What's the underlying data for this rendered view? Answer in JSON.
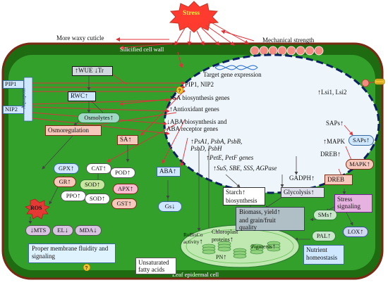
{
  "stress": "Stress",
  "top": {
    "waxy": "More waxy cuticle",
    "mech": "Mechanical strength",
    "wall": "Silicified cell wall",
    "leaf": "Leaf epidermal cell"
  },
  "left": {
    "pip1": "PIP1",
    "nip2": "NIP2",
    "aquaporin": "Aquapoin",
    "wue": "WUE",
    "tr": "Tr",
    "rwc": "RWC",
    "osmolytes": "Osmolytes",
    "osmoreg": "Osmoregulation",
    "sa": "SA"
  },
  "antiox": {
    "gpx": "GPX",
    "cat": "CAT",
    "pod": "POD",
    "gr": "GR",
    "sod1": "SOD",
    "apx": "APX",
    "ppo": "PPO",
    "sod2": "SOD",
    "gst": "GST",
    "aba": "ABA",
    "gs": "Gs"
  },
  "ros": {
    "ros": "ROS",
    "mts": "MTS",
    "el": "EL",
    "mda": "MDA",
    "membrane": "Proper membrane fluidity and signaling",
    "unsat": "Unsaturated fatty acids"
  },
  "nucleus": {
    "gene": "Target gene expression",
    "pip": "PIP1, NIP2",
    "sa_genes": "SA biosynthesis genes",
    "antiox_genes": "Antioxidant genes",
    "aba_genes_1": "ABA biosynthesis and",
    "aba_genes_2": "ABA receptor genes",
    "ps_1": "PsA1, PsbA, PsbB,",
    "ps_2": "PsbD, PsbH",
    "pet": "PetE, PetF genes",
    "sus": "SuS, SBE, SSS, AGPase",
    "gadph": "GADPH",
    "lsi": "Lsi1, Lsi2",
    "saps": "SAPs",
    "mapk": "MAPK",
    "dreb": "DREB"
  },
  "right": {
    "saps": "SAPs",
    "mapk": "MAPK",
    "dreb": "DREB",
    "stress_sig_1": "Stress",
    "stress_sig_2": "signaling",
    "sms": "SMs",
    "pal": "PAL",
    "lox": "LOX",
    "nutrient_1": "Nutrient",
    "nutrient_2": "homeostasis"
  },
  "center": {
    "starch_1": "Starch",
    "starch_2": "biosynthesis",
    "glycolysis": "Glycolysis",
    "biomass_1": "Biomass, yield",
    "biomass_2": "and grain/fruit",
    "biomass_3": "quality",
    "rubisco_1": "RuBisCo",
    "rubisco_2": "activity",
    "chloroplast_1": "Chloroplast",
    "chloroplast_2": "proteins",
    "pigments": "Pigments",
    "pn": "PN"
  },
  "colors": {
    "cell_green": "#33a02c",
    "outer_green": "#1e6b12",
    "wall_border": "#7a2a14",
    "link_red": "#e0303a",
    "stress_red": "#ff3b2f",
    "nucleus_fill": "#eef6fb",
    "nucleus_border": "#0a2060"
  },
  "icons": [
    "up-arrow-icon",
    "down-arrow-icon",
    "question-mark-icon",
    "dna-helix-icon",
    "chloroplast-icon",
    "silica-bead-icon",
    "transporter-channel-icon"
  ]
}
